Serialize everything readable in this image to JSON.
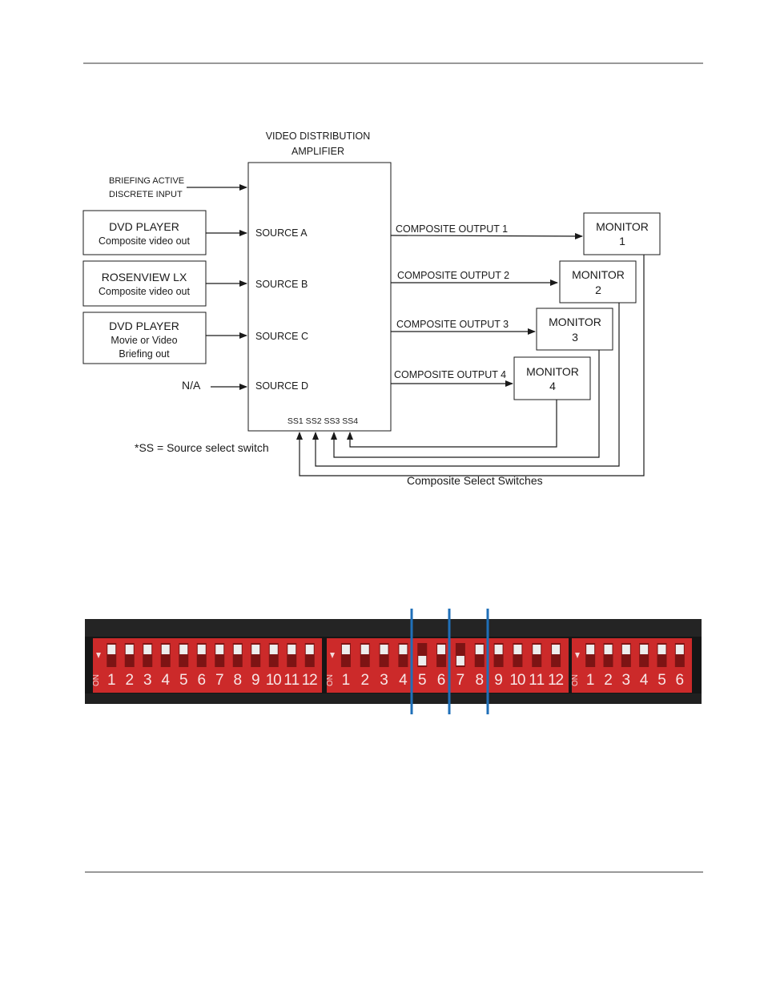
{
  "diagram": {
    "amplifier": {
      "title_line1": "VIDEO DISTRIBUTION",
      "title_line2": "AMPLIFIER",
      "sources": [
        "SOURCE A",
        "SOURCE B",
        "SOURCE C",
        "SOURCE D"
      ],
      "switch_labels": "SS1 SS2 SS3 SS4"
    },
    "briefing_input": {
      "line1": "BRIEFING ACTIVE",
      "line2": "DISCRETE INPUT"
    },
    "input_devices": [
      {
        "line1": "DVD PLAYER",
        "line2": "Composite video out",
        "line3": ""
      },
      {
        "line1": "ROSENVIEW LX",
        "line2": "Composite video out",
        "line3": ""
      },
      {
        "line1": "DVD PLAYER",
        "line2": "Movie or Video",
        "line3": "Briefing out"
      }
    ],
    "na_label": "N/A",
    "outputs": [
      "COMPOSITE OUTPUT 1",
      "COMPOSITE OUTPUT 2",
      "COMPOSITE OUTPUT 3",
      "COMPOSITE OUTPUT 4"
    ],
    "monitors": [
      {
        "line1": "MONITOR",
        "line2": "1"
      },
      {
        "line1": "MONITOR",
        "line2": "2"
      },
      {
        "line1": "MONITOR",
        "line2": "3"
      },
      {
        "line1": "MONITOR",
        "line2": "4"
      }
    ],
    "footnote": "*SS = Source select switch",
    "feedback_label": "Composite Select Switches"
  },
  "dip_photo": {
    "bank_numbers": [
      [
        "1",
        "2",
        "3",
        "4",
        "5",
        "6",
        "7",
        "8",
        "9",
        "10",
        "11",
        "12"
      ],
      [
        "1",
        "2",
        "3",
        "4",
        "5",
        "6",
        "7",
        "8",
        "9",
        "10",
        "11",
        "12"
      ],
      [
        "1",
        "2",
        "3",
        "4",
        "5",
        "6"
      ]
    ],
    "on_label": "ON",
    "colors": {
      "switch_red": "#cc2a2a",
      "marker_blue": "#1f6fb8",
      "housing": "#161616"
    }
  }
}
